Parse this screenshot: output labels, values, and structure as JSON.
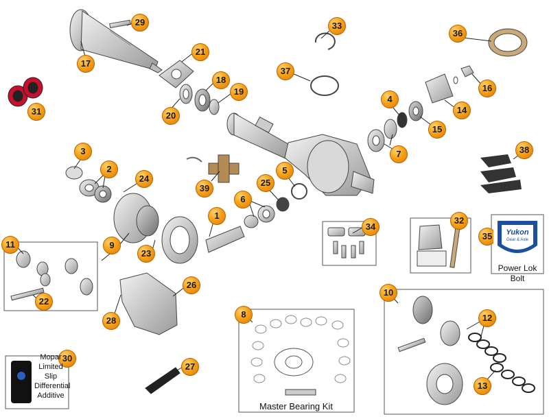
{
  "colors": {
    "callout": "#f6a21a",
    "outline": "#444444",
    "yukon_blue": "#1d4fa0",
    "seal_red": "#c8102e"
  },
  "callouts": [
    {
      "id": "c1",
      "label": "1"
    },
    {
      "id": "c2",
      "label": "2"
    },
    {
      "id": "c3",
      "label": "3"
    },
    {
      "id": "c4",
      "label": "4"
    },
    {
      "id": "c5",
      "label": "5"
    },
    {
      "id": "c6",
      "label": "6"
    },
    {
      "id": "c7",
      "label": "7"
    },
    {
      "id": "c8",
      "label": "8"
    },
    {
      "id": "c9",
      "label": "9"
    },
    {
      "id": "c10",
      "label": "10"
    },
    {
      "id": "c11",
      "label": "11"
    },
    {
      "id": "c12",
      "label": "12"
    },
    {
      "id": "c13",
      "label": "13"
    },
    {
      "id": "c14",
      "label": "14"
    },
    {
      "id": "c15",
      "label": "15"
    },
    {
      "id": "c16",
      "label": "16"
    },
    {
      "id": "c17",
      "label": "17"
    },
    {
      "id": "c18",
      "label": "18"
    },
    {
      "id": "c19",
      "label": "19"
    },
    {
      "id": "c20",
      "label": "20"
    },
    {
      "id": "c21",
      "label": "21"
    },
    {
      "id": "c22",
      "label": "22"
    },
    {
      "id": "c23",
      "label": "23"
    },
    {
      "id": "c24",
      "label": "24"
    },
    {
      "id": "c25",
      "label": "25"
    },
    {
      "id": "c26",
      "label": "26"
    },
    {
      "id": "c27",
      "label": "27"
    },
    {
      "id": "c28",
      "label": "28"
    },
    {
      "id": "c29",
      "label": "29"
    },
    {
      "id": "c30",
      "label": "30"
    },
    {
      "id": "c31",
      "label": "31"
    },
    {
      "id": "c32",
      "label": "32"
    },
    {
      "id": "c33",
      "label": "33"
    },
    {
      "id": "c34",
      "label": "34"
    },
    {
      "id": "c35",
      "label": "35"
    },
    {
      "id": "c36",
      "label": "36"
    },
    {
      "id": "c37",
      "label": "37"
    },
    {
      "id": "c38",
      "label": "38"
    },
    {
      "id": "c39",
      "label": "39"
    }
  ],
  "labels": {
    "mopar": "Mopar Limited Slip Differential Additive",
    "mopar_lines": [
      "Mopar",
      "Limited",
      "Slip",
      "Differential",
      "Additive"
    ],
    "power_lok": "Power Lok Bolt",
    "master_kit": "Master Bearing Kit",
    "yukon_brand": "Yukon",
    "yukon_sub": "Gear & Axle"
  }
}
